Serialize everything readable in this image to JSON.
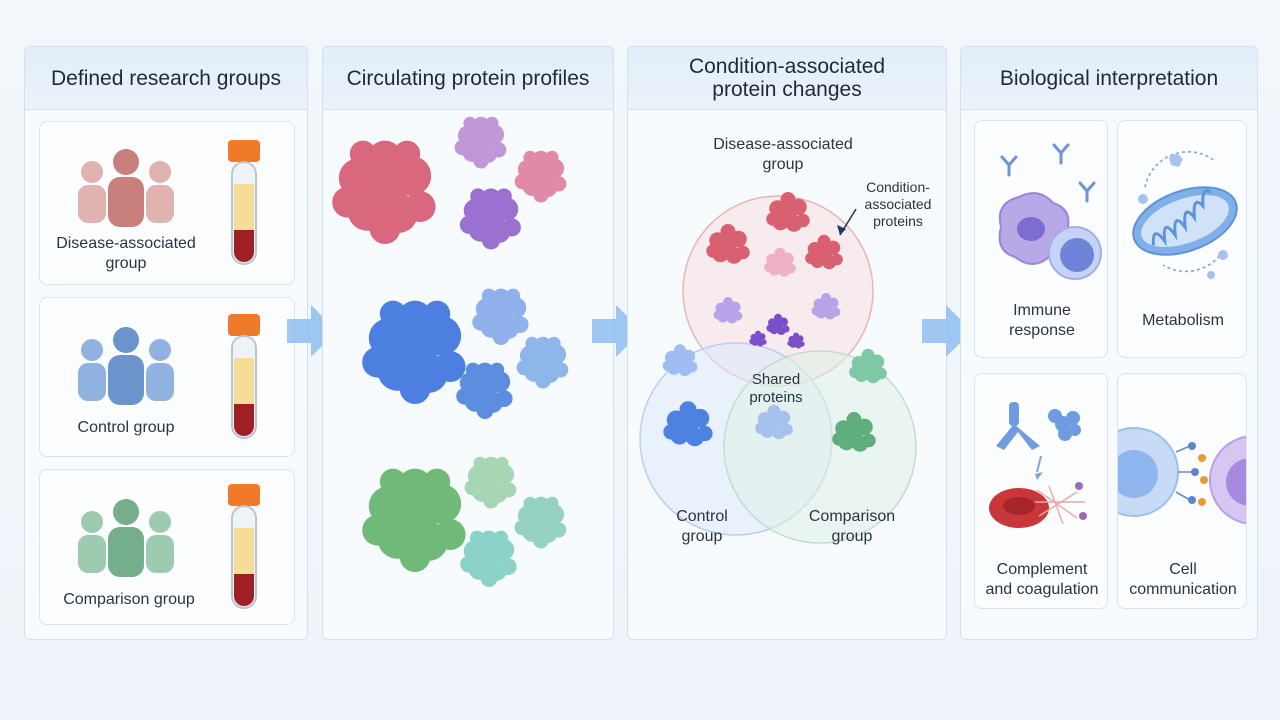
{
  "panels": {
    "groups": {
      "title": "Defined research groups",
      "items": [
        {
          "label": "Disease-associated group",
          "line1": "Disease-associated",
          "line2": "group"
        },
        {
          "label": "Control group"
        },
        {
          "label": "Comparison group"
        }
      ]
    },
    "profiles": {
      "title": "Circulating protein profiles"
    },
    "changes": {
      "title_line1": "Condition-associated",
      "title_line2": "protein changes",
      "disease_line1": "Disease-associated",
      "disease_line2": "group",
      "callout_line1": "Condition-",
      "callout_line2": "associated",
      "callout_line3": "proteins",
      "shared_line1": "Shared",
      "shared_line2": "proteins",
      "control_line1": "Control",
      "control_line2": "group",
      "comparison_line1": "Comparison",
      "comparison_line2": "group"
    },
    "interpretation": {
      "title": "Biological interpretation",
      "immune_line1": "Immune",
      "immune_line2": "response",
      "metabolism": "Metabolism",
      "complement_line1": "Complement",
      "complement_line2": "and coagulation",
      "cell_line1": "Cell",
      "cell_line2": "communication"
    }
  },
  "colors": {
    "disease": "#d9828a",
    "control": "#5b8fd6",
    "comparison": "#6cb88a",
    "shared": "#9b6fd0",
    "tube_cap": "#f07a2a",
    "blood": "#9e1f24",
    "plasma": "#f6dc98",
    "arrow": "#8fbdf0"
  }
}
